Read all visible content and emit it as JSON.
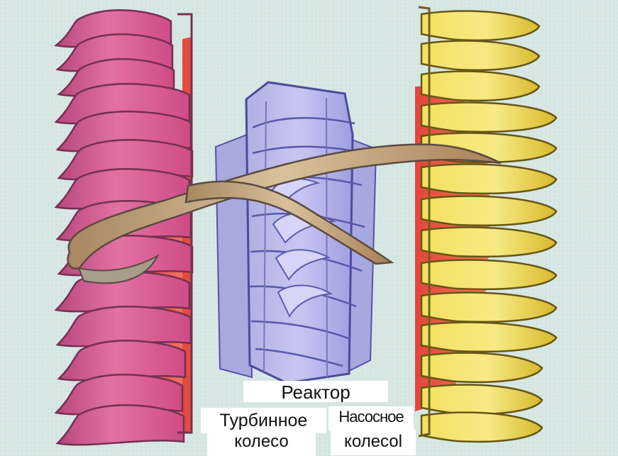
{
  "colors": {
    "background": "#d7e7e3",
    "turbine_wheel": "#d45a8a",
    "turbine_wall": "#e03c38",
    "reactor": "#b9b3ec",
    "pump_wheel": "#f0d84d",
    "pump_core": "#e64b38",
    "flow_line": "#bfa57b"
  },
  "labels": {
    "reactor": "Реактор",
    "turbine_line1": "Турбинное",
    "turbine_line2": "колесо",
    "pump_line1": "Насосное",
    "pump_line2": "колесоl"
  },
  "icons": [
    "turbine-wheel-icon",
    "reactor-wheel-icon",
    "pump-wheel-icon",
    "flow-path-icon"
  ]
}
